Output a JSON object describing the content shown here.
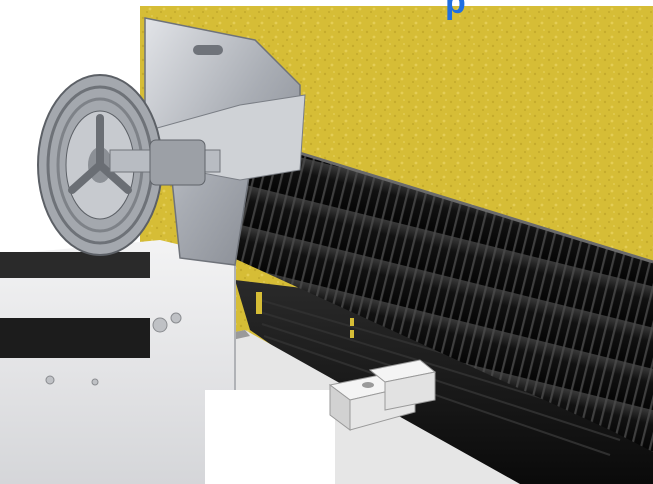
{
  "illustration": {
    "cropped_heading_glyphs": "p",
    "colors": {
      "wall": "#d8c03a",
      "wall_shadow": "#b9a02a",
      "spring": "#141414",
      "spring_highlight": "#5a5a5a",
      "bracket_metal": "#b9bcc2",
      "drum_metal": "#9a9ea6",
      "panel": "#e9eaec",
      "heading_text": "#1f6fe0"
    },
    "components": [
      "wall",
      "torsion-spring",
      "cable-drum",
      "end-bearing-bracket",
      "track",
      "door-panel",
      "spacer-block"
    ]
  }
}
